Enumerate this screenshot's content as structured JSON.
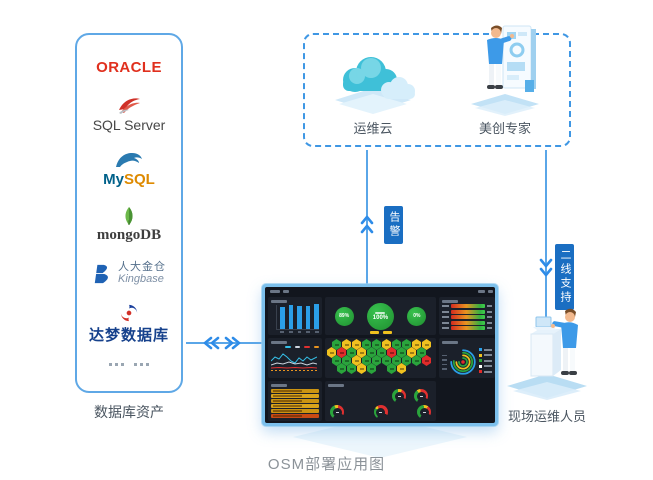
{
  "colors": {
    "line_blue": "#5aa6e8",
    "arrow_blue": "#2e8ce8",
    "badge_blue": "#1a6ec2",
    "box_border": "#5fa8e6",
    "dashed_border": "#3f97e4",
    "label_text": "#4a5560",
    "caption_text": "#8b9298",
    "dashboard_frame": "#7cc0ec",
    "dashboard_bg": "#12161e",
    "panel_bg": "#1b202a",
    "bar_cyan": "#2b9fe8",
    "hex_green": "#2aa43c",
    "hex_yellow": "#f0c11f",
    "hex_red": "#e12b2b",
    "gauge_green": "#2aa43c",
    "gauge_yellow": "#f0c11f",
    "gauge_red": "#e03030",
    "alert_amber_a": "#cb9412",
    "alert_amber_b": "#d8a41c",
    "alert_last": "#c84a14"
  },
  "db_panel": {
    "label": "数据库资产",
    "oracle_text": "ORACLE",
    "sqlserver_text": "SQL Server",
    "mysql_my": "My",
    "mysql_sql": "SQL",
    "mongodb_text": "mongoDB",
    "kingbase_cn": "人大金仓",
    "kingbase_en": "Kingbase",
    "dameng_text": "达梦数据库",
    "more_dots_count": 6
  },
  "remote_panel": {
    "cloud_label": "运维云",
    "expert_label": "美创专家"
  },
  "connectors": {
    "alert_label": "告警",
    "support_label": "二线支持"
  },
  "onsite_label": "现场运维人员",
  "caption": "OSM部署应用图",
  "dashboard": {
    "bar_values": [
      86,
      92,
      90,
      88,
      95
    ],
    "circle_values": [
      "89%",
      "100%",
      "0%"
    ],
    "hex_rows": [
      [
        "g",
        "y",
        "y",
        "g",
        "g",
        "y",
        "g",
        "g",
        "y",
        "y"
      ],
      [
        "y",
        "r",
        "g",
        "y",
        "g",
        "g",
        "r",
        "g",
        "y",
        "g"
      ],
      [
        "g",
        "g",
        "y",
        "g",
        "g",
        "g",
        "g",
        "g",
        "g",
        "r"
      ],
      [
        "",
        "g",
        "g",
        "y",
        "g",
        "",
        "g",
        "y",
        "",
        ""
      ]
    ],
    "gradient_values": [
      78,
      64,
      58,
      85,
      70
    ],
    "legend_colors": [
      "#2b9fe8",
      "#f0c11f",
      "#2aa43c",
      "#ffffff",
      "#e12b2b"
    ],
    "gauge_values": [
      68,
      55,
      62,
      45,
      72
    ],
    "alert_row_count": 6,
    "line_series_colors": [
      "#35c0e8",
      "#cfd6e0",
      "#e03030",
      "#e89420"
    ]
  }
}
